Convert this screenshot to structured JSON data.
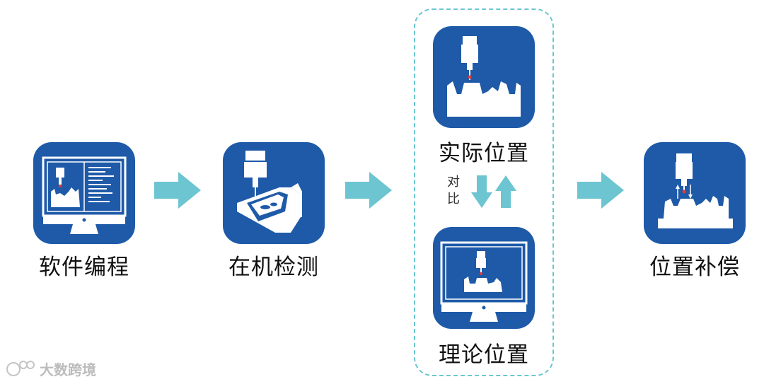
{
  "steps": {
    "software": "软件编程",
    "onmachine": "在机检测",
    "actual": "实际位置",
    "theoretical": "理论位置",
    "compensation": "位置补偿"
  },
  "compare_text": "对比",
  "watermark": "大数跨境",
  "colors": {
    "tile_blue": "#1e5aa8",
    "arrow_cyan": "#6cc5d1",
    "probe_dot": "#e53935"
  },
  "icons": {
    "software": "monitor-cnc-program-icon",
    "onmachine": "probe-on-workpiece-icon",
    "actual": "probe-actual-position-icon",
    "theoretical": "monitor-theoretical-position-icon",
    "compensation": "position-compensation-icon"
  }
}
